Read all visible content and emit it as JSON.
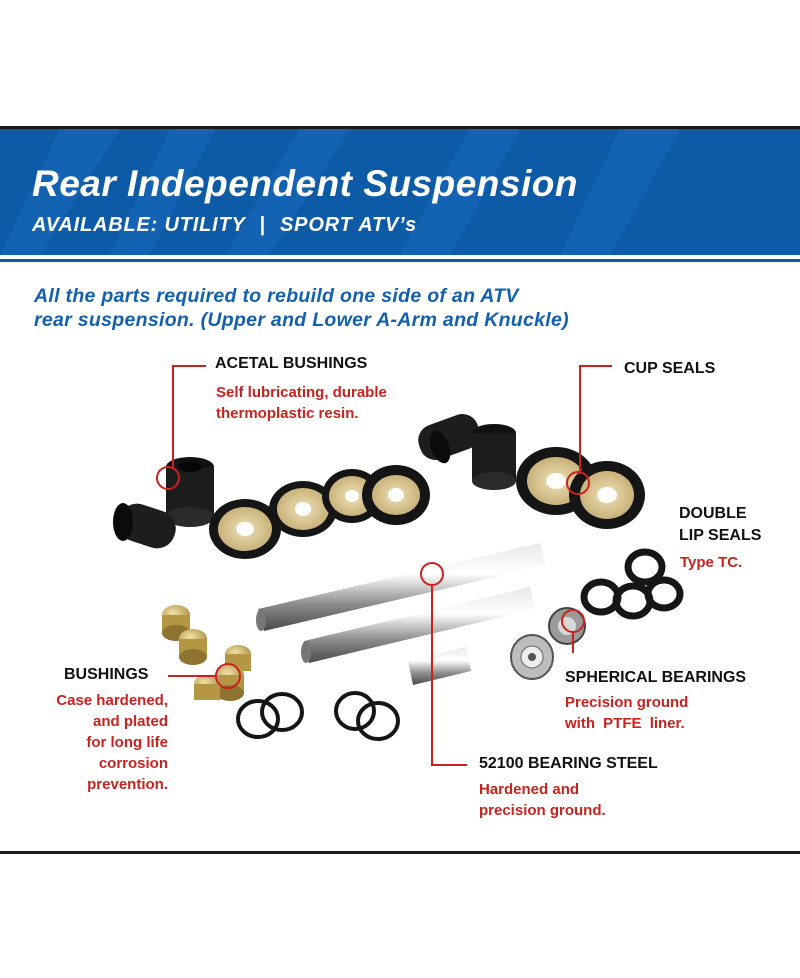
{
  "banner": {
    "title": "Rear Independent Suspension",
    "subtitle_left": "AVAILABLE: UTILITY",
    "subtitle_sep": "|",
    "subtitle_right": "SPORT ATV’s",
    "color": "#0d5aa7"
  },
  "tagline": {
    "line1": "All the parts required to rebuild one side of an ATV",
    "line2": "rear suspension. (Upper and Lower A-Arm and Knuckle)"
  },
  "callouts": {
    "acetal": {
      "title": "ACETAL BUSHINGS",
      "line1": "Self lubricating, durable",
      "line2": "thermoplastic resin."
    },
    "cup": {
      "title": "CUP SEALS"
    },
    "double": {
      "title1": "DOUBLE",
      "title2": "LIP SEALS",
      "desc": "Type TC."
    },
    "bushings": {
      "title": "BUSHINGS",
      "lines": [
        "Case hardened,",
        "and plated",
        "for long life",
        "corrosion",
        "prevention."
      ]
    },
    "spherical": {
      "title": "SPHERICAL BEARINGS",
      "line1": "Precision ground",
      "line2_a": "with",
      "line2_b": "PTFE",
      "line2_c": "liner."
    },
    "steel": {
      "title": "52100 BEARING STEEL",
      "line1": "Hardened and",
      "line2": "precision ground."
    }
  },
  "colors": {
    "accent_red": "#c9221f",
    "text_blue": "#1360ae"
  }
}
